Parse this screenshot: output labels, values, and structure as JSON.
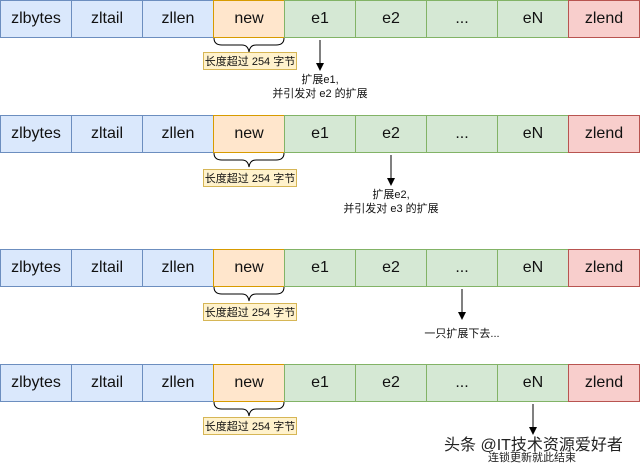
{
  "cells": [
    "zlbytes",
    "zltail",
    "zllen",
    "new",
    "e1",
    "e2",
    "...",
    "eN",
    "zlend"
  ],
  "note": "长度超过 254 字节",
  "captions": {
    "c1_l1": "扩展e1,",
    "c1_l2": "并引发对 e2 的扩展",
    "c2_l1": "扩展e2,",
    "c2_l2": "并引发对 e3 的扩展",
    "c3": "一只扩展下去...",
    "c4": "连锁更新就此结束"
  },
  "watermark": "头条 @IT技术资源爱好者",
  "colors": {
    "header_fill": "#dae8fc",
    "new_fill": "#ffe6cc",
    "entry_fill": "#d5e8d4",
    "end_fill": "#f8cecc",
    "note_fill": "#fff2cc"
  }
}
